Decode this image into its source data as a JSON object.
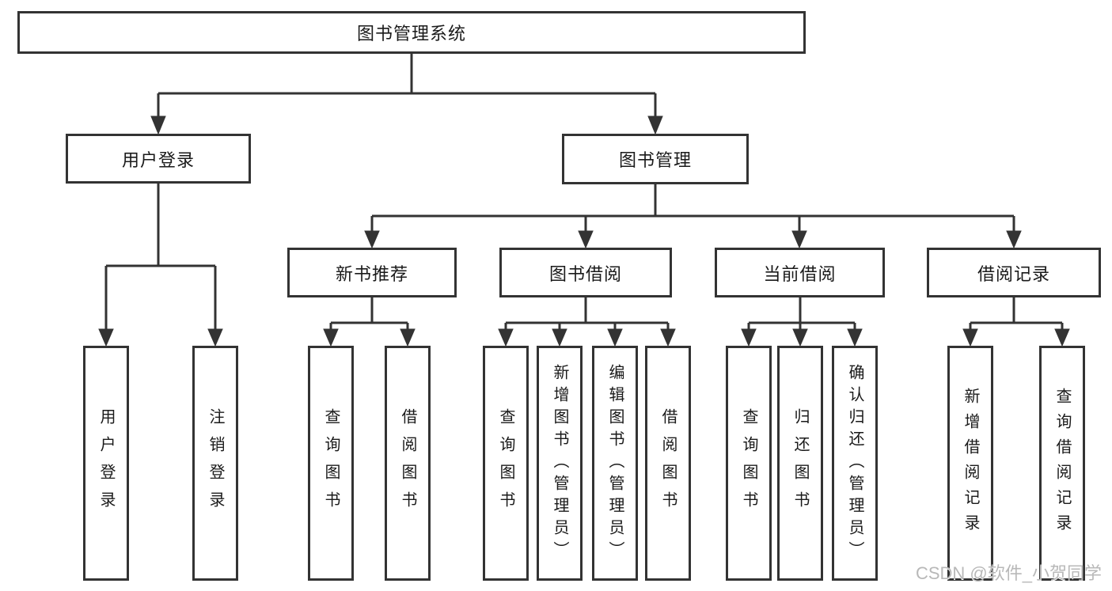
{
  "diagram": {
    "root": {
      "label": "图书管理系统"
    },
    "branches": [
      {
        "label": "用户登录",
        "children": [
          {
            "label": "用户登录"
          },
          {
            "label": "注销登录"
          }
        ]
      },
      {
        "label": "图书管理",
        "children": [
          {
            "label": "新书推荐",
            "children": [
              {
                "label": "查询图书"
              },
              {
                "label": "借阅图书"
              }
            ]
          },
          {
            "label": "图书借阅",
            "children": [
              {
                "label": "查询图书"
              },
              {
                "label": "新增图书（管理员）"
              },
              {
                "label": "编辑图书（管理员）"
              },
              {
                "label": "借阅图书"
              }
            ]
          },
          {
            "label": "当前借阅",
            "children": [
              {
                "label": "查询图书"
              },
              {
                "label": "归还图书"
              },
              {
                "label": "确认归还（管理员）"
              }
            ]
          },
          {
            "label": "借阅记录",
            "children": [
              {
                "label": "新增借阅记录"
              },
              {
                "label": "查询借阅记录"
              }
            ]
          }
        ]
      }
    ]
  },
  "watermark": "CSDN @软件_小贺同学",
  "colors": {
    "line": "#333333",
    "box_border": "#333333",
    "text": "#1a1a1a",
    "watermark": "#b8b8b8",
    "background": "#ffffff"
  }
}
